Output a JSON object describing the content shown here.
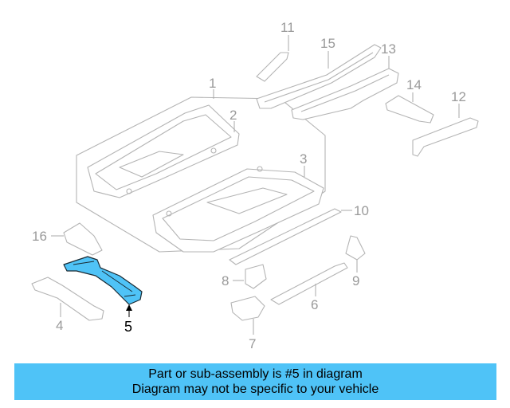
{
  "callouts": {
    "c1": "1",
    "c2": "2",
    "c3": "3",
    "c4": "4",
    "c5": "5",
    "c6": "6",
    "c7": "7",
    "c8": "8",
    "c9": "9",
    "c10": "10",
    "c11": "11",
    "c12": "12",
    "c13": "13",
    "c14": "14",
    "c15": "15",
    "c16": "16"
  },
  "highlighted_part": "5",
  "highlight_color": "#4fc3f7",
  "banner": {
    "line1": "Part or sub-assembly is #5 in diagram",
    "line2": "Diagram may not be specific to your vehicle",
    "background": "#4fc3f7"
  }
}
